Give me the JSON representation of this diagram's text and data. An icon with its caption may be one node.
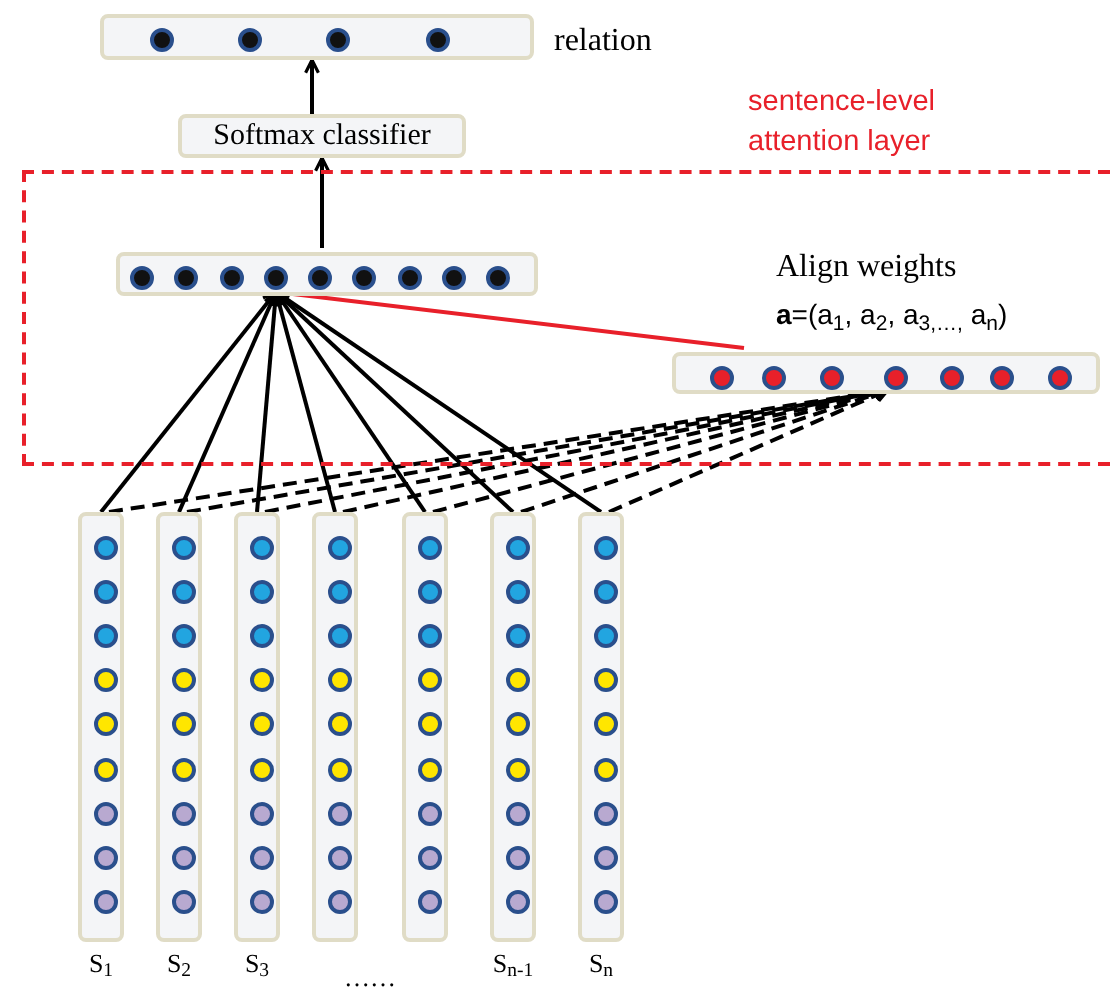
{
  "diagram": {
    "nodes": [
      {
        "text": [],
        "shape": "bar",
        "beside": [
          "relation"
        ]
      },
      {
        "text": [
          "Softmax classifier"
        ]
      },
      {
        "text": [
          "sentence-level attention layer"
        ]
      },
      {
        "text": [],
        "shape": "bar",
        "in": 2
      },
      {
        "text": [
          "Align weights",
          "**a**=(a$_{1}$, a$_{2}$, a$_{3,…,}$ a$_{n}$)"
        ],
        "in": 2
      },
      {
        "text": [],
        "shape": "bar",
        "beside": [
          "S$_{1}$"
        ]
      },
      {
        "text": [],
        "shape": "bar",
        "beside": [
          "S$_{2}$"
        ]
      },
      {
        "text": [],
        "shape": "bar",
        "beside": [
          "S$_{3}$"
        ]
      },
      {
        "text": [],
        "shape": "bar"
      },
      {
        "text": [],
        "shape": "bar"
      },
      {
        "text": [],
        "shape": "bar",
        "beside": [
          "S$_{n-1}$"
        ]
      },
      {
        "text": [],
        "shape": "bar",
        "beside": [
          "S$_{n}$"
        ]
      }
    ],
    "edges": [
      {
        "from": 1,
        "to": 0,
        "arrow": "to"
      },
      {
        "from": 3,
        "to": 1,
        "arrow": "to"
      },
      {
        "from": 4,
        "to": 3,
        "arrow": "to",
        "color": "#e8202a"
      },
      {
        "from": 5,
        "to": 3,
        "arrow": "to"
      },
      {
        "from": 6,
        "to": 3,
        "arrow": "to"
      },
      {
        "from": 7,
        "to": 3,
        "arrow": "to"
      },
      {
        "from": 8,
        "to": 3,
        "arrow": "to"
      },
      {
        "from": 9,
        "to": 3,
        "arrow": "to"
      },
      {
        "from": 10,
        "to": 3,
        "arrow": "to"
      },
      {
        "from": 11,
        "to": 3,
        "arrow": "to"
      },
      {
        "from": 5,
        "to": 4,
        "arrow": "to",
        "style": "dashed"
      },
      {
        "from": 6,
        "to": 4,
        "arrow": "to",
        "style": "dashed"
      },
      {
        "from": 7,
        "to": 4,
        "arrow": "to",
        "style": "dashed"
      },
      {
        "from": 8,
        "to": 4,
        "arrow": "to",
        "style": "dashed"
      },
      {
        "from": 9,
        "to": 4,
        "arrow": "to",
        "style": "dashed"
      },
      {
        "from": 10,
        "to": 4,
        "arrow": "to",
        "style": "dashed"
      },
      {
        "from": 11,
        "to": 4,
        "arrow": "to",
        "style": "dashed"
      }
    ],
    "labels": [
      "……"
    ]
  }
}
